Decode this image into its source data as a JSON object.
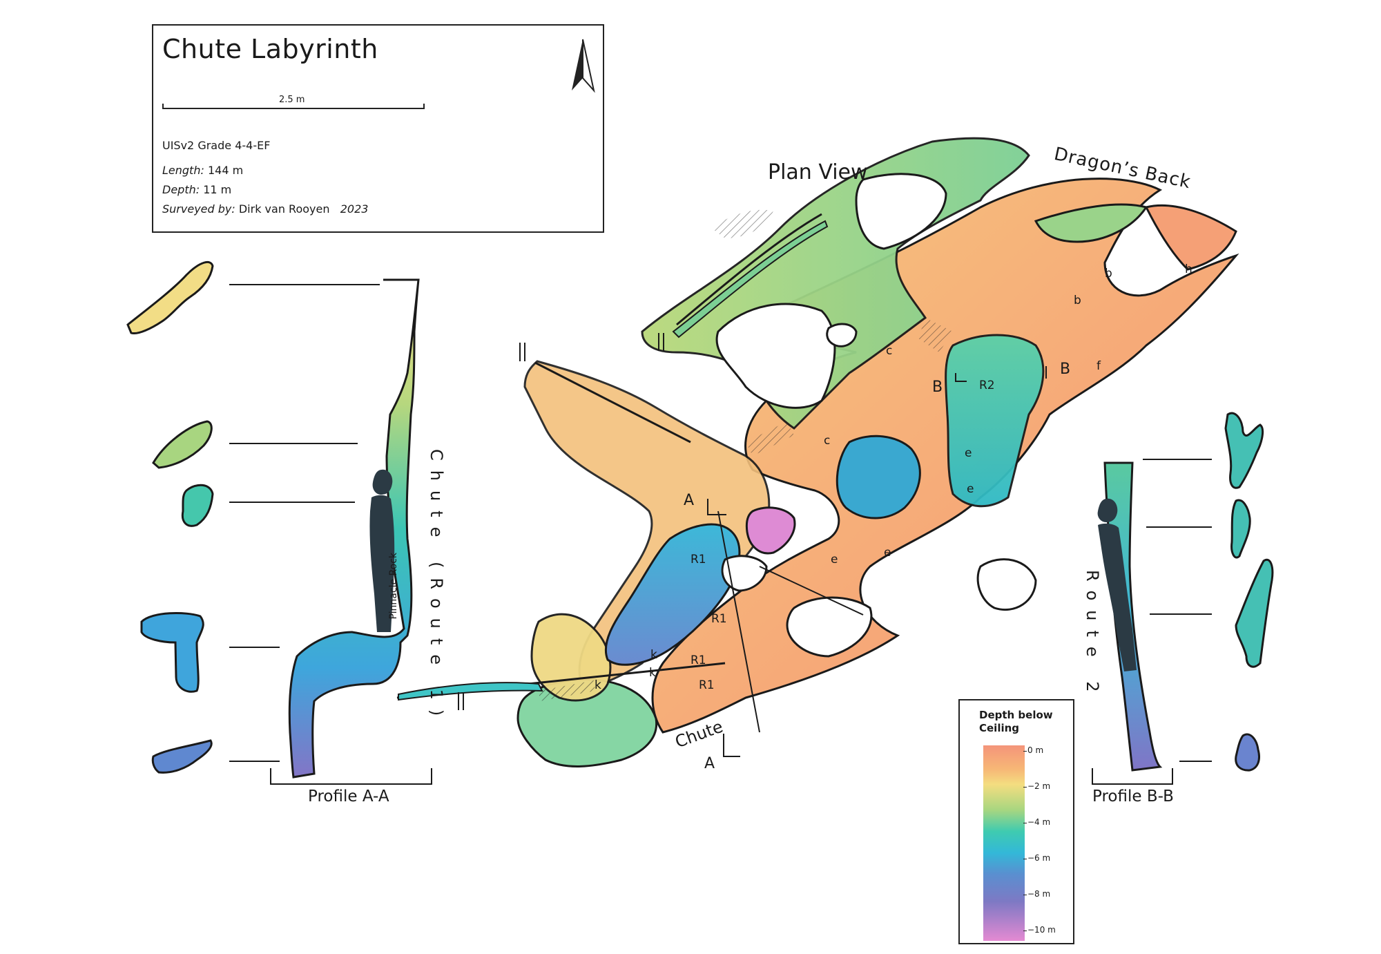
{
  "title": "Chute Labyrinth",
  "scale_label": "2.5 m",
  "grade": "UISv2 Grade 4-4-EF",
  "length": {
    "label": "Length:",
    "value": "144 m"
  },
  "depth": {
    "label": "Depth:",
    "value": "11 m"
  },
  "surveyed": {
    "label": "Surveyed by:",
    "name": "Dirk van Rooyen",
    "year": "2023"
  },
  "plan_view_label": "Plan View",
  "dragons_back_label": "Dragon’s Back",
  "chute_label": "Chute",
  "profile_a_label": "Profile A-A",
  "profile_b_label": "Profile B-B",
  "route1_vertical": "Chute (Route 1)",
  "route2_vertical": "Route 2",
  "pinnacle_label": "Pinnacle Rock",
  "section_markers": {
    "a": "A",
    "b": "B"
  },
  "feature_letters": [
    "b",
    "b",
    "c",
    "c",
    "e",
    "e",
    "e",
    "e",
    "f",
    "h",
    "k",
    "k",
    "k",
    "R1",
    "R1",
    "R1",
    "R1",
    "R2"
  ],
  "legend": {
    "title_line1": "Depth below",
    "title_line2": "Ceiling",
    "ticks": [
      "0 m",
      "−2 m",
      "−4 m",
      "−6 m",
      "−8 m",
      "−10 m"
    ]
  },
  "colors": {
    "depth_0": "#f4947a",
    "depth_2": "#f4dd80",
    "depth_4": "#a8d680",
    "depth_6": "#33b8d8",
    "depth_8": "#7e79c4",
    "depth_10": "#e48ad2",
    "outline": "#1a1a1a"
  }
}
